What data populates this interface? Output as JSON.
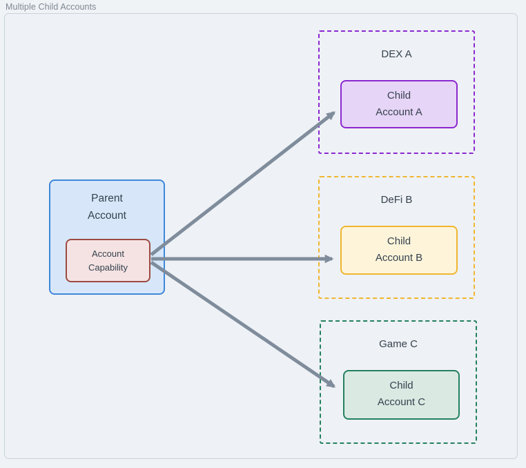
{
  "page": {
    "title": "Multiple Child Accounts"
  },
  "diagram": {
    "parent": {
      "label_line1": "Parent",
      "label_line2": "Account",
      "capability_line1": "Account",
      "capability_line2": "Capability"
    },
    "children": [
      {
        "container_label": "DEX A",
        "box_line1": "Child",
        "box_line2": "Account A",
        "accent_color": "#8b27cf",
        "fill_color": "#e7d5f7"
      },
      {
        "container_label": "DeFi B",
        "box_line1": "Child",
        "box_line2": "Account B",
        "accent_color": "#f0b62f",
        "fill_color": "#fdf4da"
      },
      {
        "container_label": "Game C",
        "box_line1": "Child",
        "box_line2": "Account C",
        "accent_color": "#23805f",
        "fill_color": "#dae9e2"
      }
    ],
    "colors": {
      "arrow": "#7f8c9b",
      "parent_fill": "#d7e7f9",
      "parent_border": "#3e87d9",
      "capability_fill": "#f5e3e3",
      "capability_border": "#9c4a42",
      "text": "#35424e",
      "container_border": "#c8d2dc",
      "container_fill": "#eef1f5"
    }
  }
}
